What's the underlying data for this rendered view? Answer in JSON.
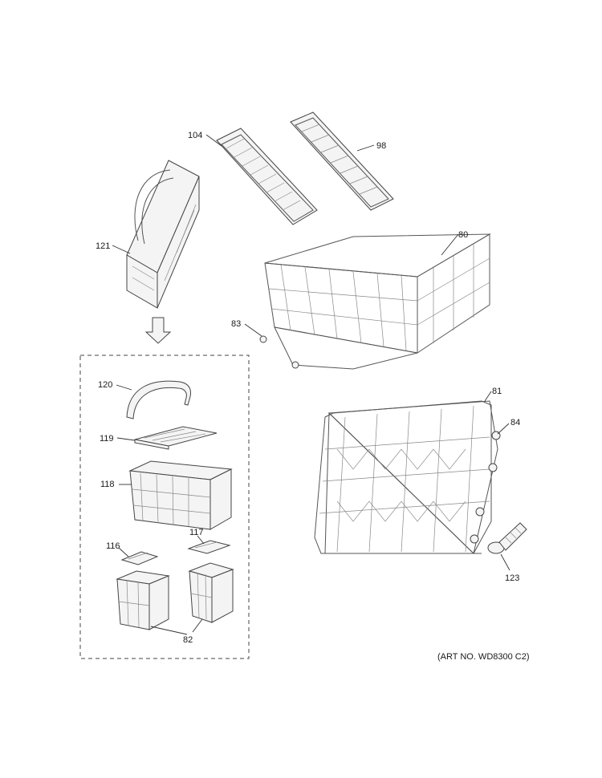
{
  "callouts": {
    "p104": "104",
    "p98": "98",
    "p121": "121",
    "p80": "80",
    "p83": "83",
    "p81": "81",
    "p84": "84",
    "p120": "120",
    "p119": "119",
    "p118": "118",
    "p116": "116",
    "p117": "117",
    "p82": "82",
    "p123": "123"
  },
  "art_number": "(ART NO. WD8300 C2)"
}
